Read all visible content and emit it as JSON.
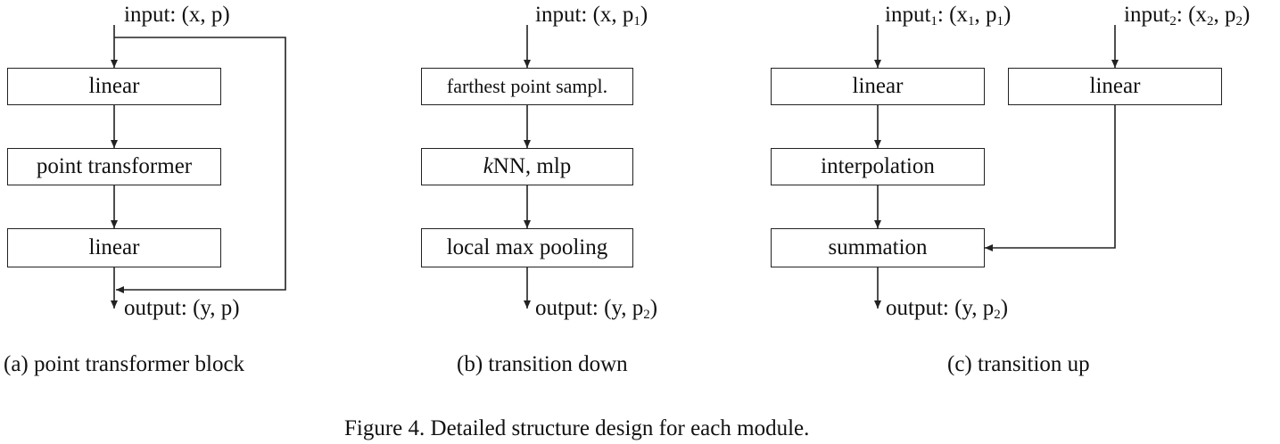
{
  "panel_a": {
    "input_label": "input: (x, p)",
    "box1": "linear",
    "box2": "point transformer",
    "box3": "linear",
    "output_label": "output: (y, p)",
    "caption": "(a) point transformer block"
  },
  "panel_b": {
    "input_prefix": "input: (x, p",
    "input_sub": "1",
    "input_suffix": ")",
    "box1": "farthest point sampl.",
    "box2_italic": "k",
    "box2_rest": "NN, mlp",
    "box3": "local max pooling",
    "output_prefix": "output: (y, p",
    "output_sub": "2",
    "output_suffix": ")",
    "caption": "(b) transition down"
  },
  "panel_c": {
    "input1_a": "input",
    "input1_sub": "1",
    "input1_b": ": (x",
    "input1_sub2": "1",
    "input1_c": ", p",
    "input1_sub3": "1",
    "input1_d": ")",
    "input2_a": "input",
    "input2_sub": "2",
    "input2_b": ": (x",
    "input2_sub2": "2",
    "input2_c": ", p",
    "input2_sub3": "2",
    "input2_d": ")",
    "box_linear1": "linear",
    "box_linear2": "linear",
    "box_interp": "interpolation",
    "box_sum": "summation",
    "output_prefix": "output: (y, p",
    "output_sub": "2",
    "output_suffix": ")",
    "caption": "(c) transition up"
  },
  "figure_caption": "Figure 4. Detailed structure design for each module."
}
